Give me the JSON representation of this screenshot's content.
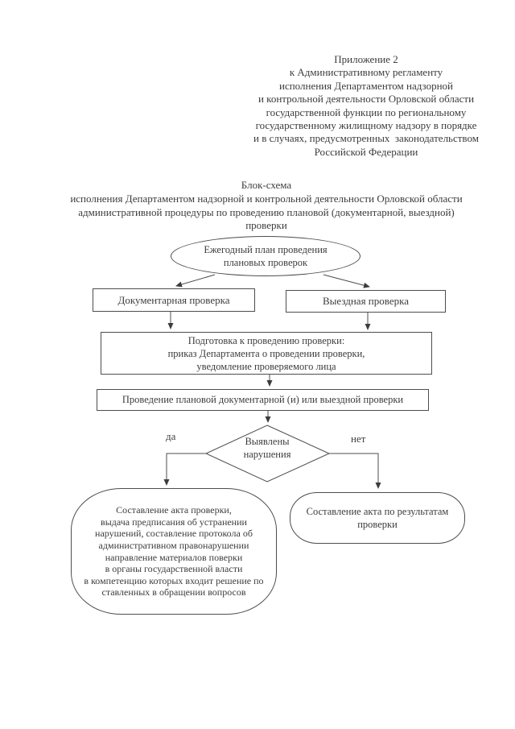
{
  "document": {
    "appendix_note": "Приложение 2\nк Административному регламенту\nисполнения Департаментом надзорной\nи контрольной деятельности Орловской области\nгосударственной функции по региональному\nгосударственному жилищному надзору в порядке\nи в случаях, предусмотренных  законодательством\nРоссийской Федерации",
    "title": "Блок-схема\nисполнения Департаментом надзорной и контрольной деятельности Орловской области\nадминистративной процедуры по проведению плановой (документарной, выездной)\nпроверки"
  },
  "flowchart": {
    "nodes": {
      "annual_plan": "Ежегодный план проведения\nплановых проверок",
      "documentary": "Документарная проверка",
      "field": "Выездная проверка",
      "preparation": "Подготовка к проведению проверки:\nприказ Департамента о проведении проверки,\nуведомление проверяемого лица",
      "conduct": "Проведение плановой документарной (и) или выездной проверки",
      "decision": "Выявлены\nнарушения",
      "act_with_violations": "Составление акта проверки,\nвыдача предписания об устранении\nнарушений, составление протокола об\nадминистративном правонарушении\nнаправление материалов поверки\nв органы государственной власти\nв компетенцию которых входит решение по\nставленных в обращении вопросов",
      "act_no_violations": "Составление акта по результатам\nпроверки"
    },
    "branch_labels": {
      "yes": "да",
      "no": "нет"
    }
  },
  "colors": {
    "ink": "#3c3c3c",
    "paper": "#ffffff",
    "line": "#4d4d4d"
  }
}
